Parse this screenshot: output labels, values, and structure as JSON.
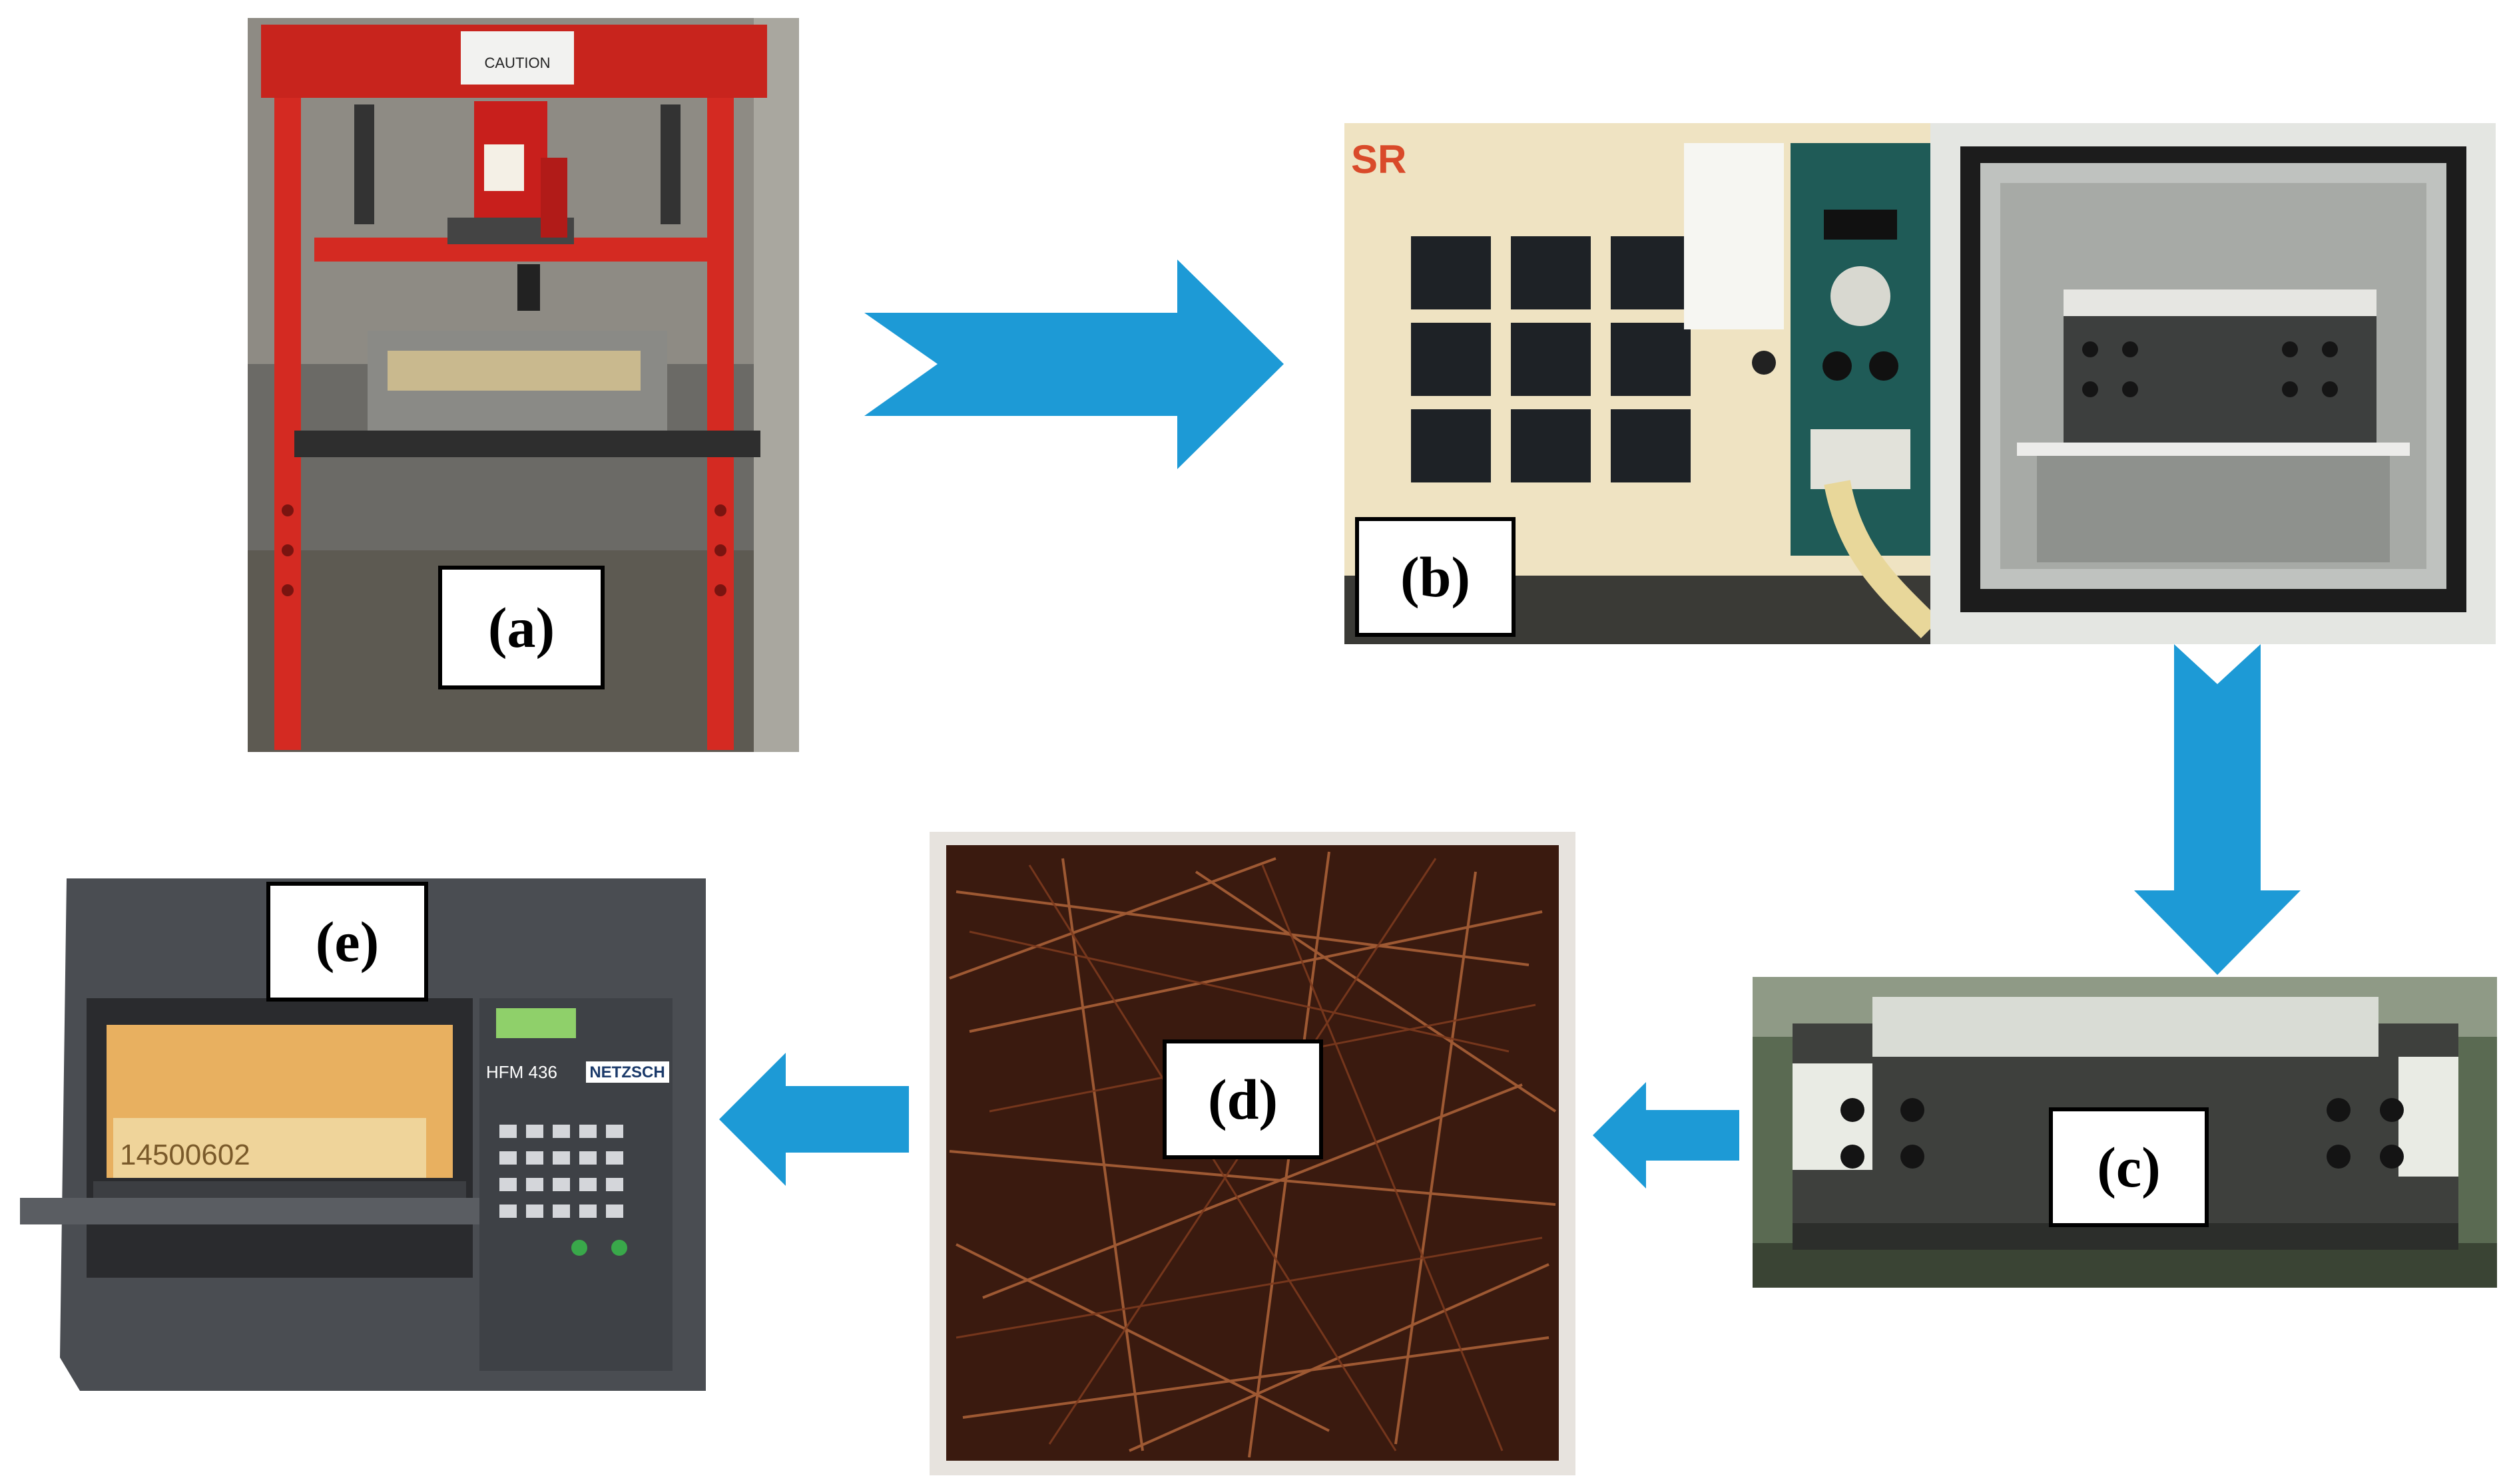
{
  "colors": {
    "arrow": "#1d9ad6",
    "press_red": "#d42a22",
    "oven_cream": "#efe3c2",
    "oven_panel": "#1f5b57",
    "fiber_dark": "#3a1a0f",
    "fiber_light": "#b0643a",
    "meter_gray": "#4a4d52"
  },
  "panels": {
    "a": {
      "label": "(a)",
      "press_sign": "CAUTION"
    },
    "b": {
      "label": "(b)",
      "oven_brand": "SR"
    },
    "c": {
      "label": "(c)"
    },
    "d": {
      "label": "(d)"
    },
    "e": {
      "label": "(e)",
      "model": "HFM 436",
      "brand": "NETZSCH",
      "sample_code": "14500602"
    }
  },
  "arrows": [
    {
      "name": "a-to-b",
      "direction": "right"
    },
    {
      "name": "b-to-c",
      "direction": "down"
    },
    {
      "name": "c-to-d",
      "direction": "left"
    },
    {
      "name": "d-to-e",
      "direction": "left"
    }
  ]
}
